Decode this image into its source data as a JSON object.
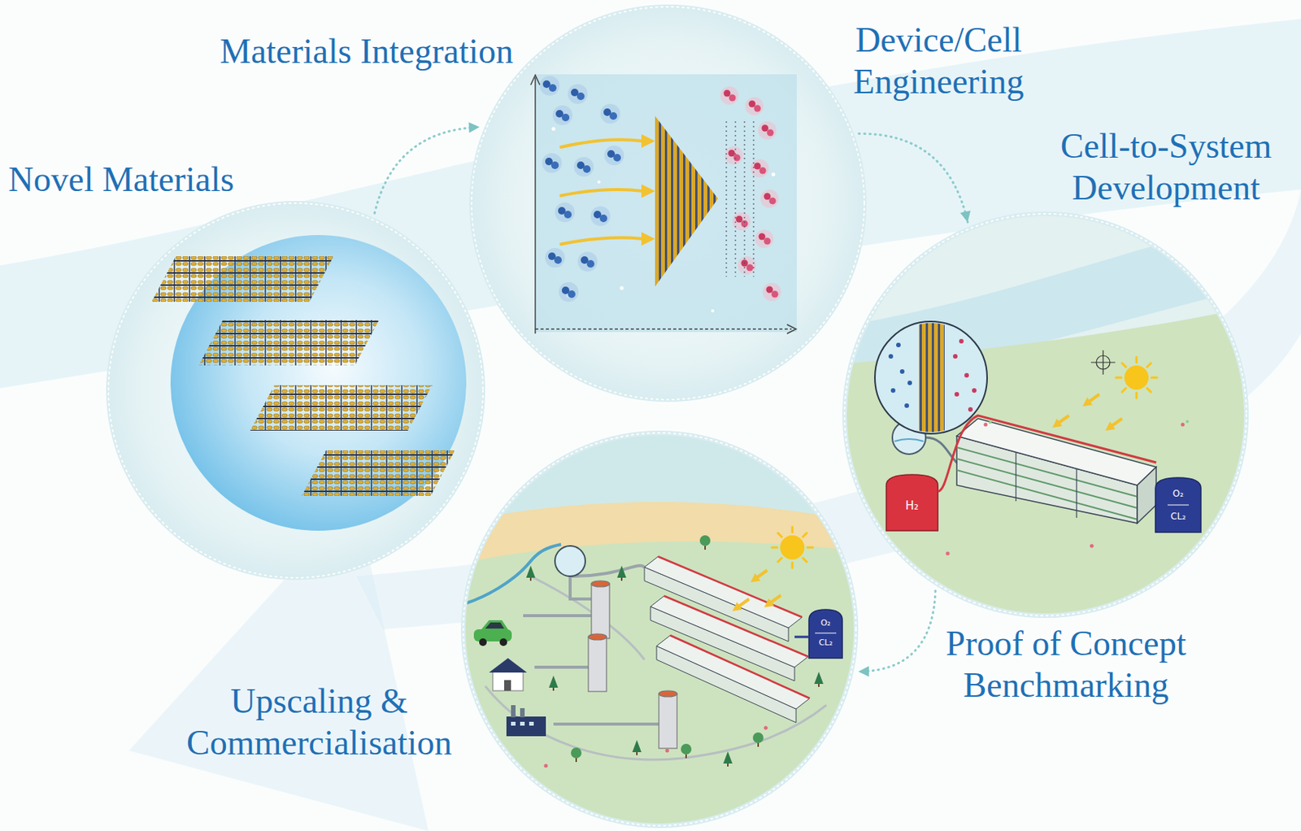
{
  "diagram": {
    "nodes": [
      {
        "text": [
          "Novel Materials"
        ]
      },
      {
        "text": [
          "Materials Integration",
          "Device/Cell Engineering"
        ]
      },
      {
        "text": [
          "Cell-to-System Development",
          "Proof of Concept Benchmarking"
        ]
      },
      {
        "text": [
          "Upscaling & Commercialisation"
        ]
      }
    ],
    "edges": [
      {
        "from": 0,
        "to": 1,
        "arrow": "to"
      },
      {
        "from": 1,
        "to": 2,
        "arrow": "to"
      },
      {
        "from": 2,
        "to": 3,
        "arrow": "to"
      }
    ],
    "labels": [
      "H₂",
      "O₂",
      "CL₂",
      "O₂",
      "CL₂"
    ]
  }
}
